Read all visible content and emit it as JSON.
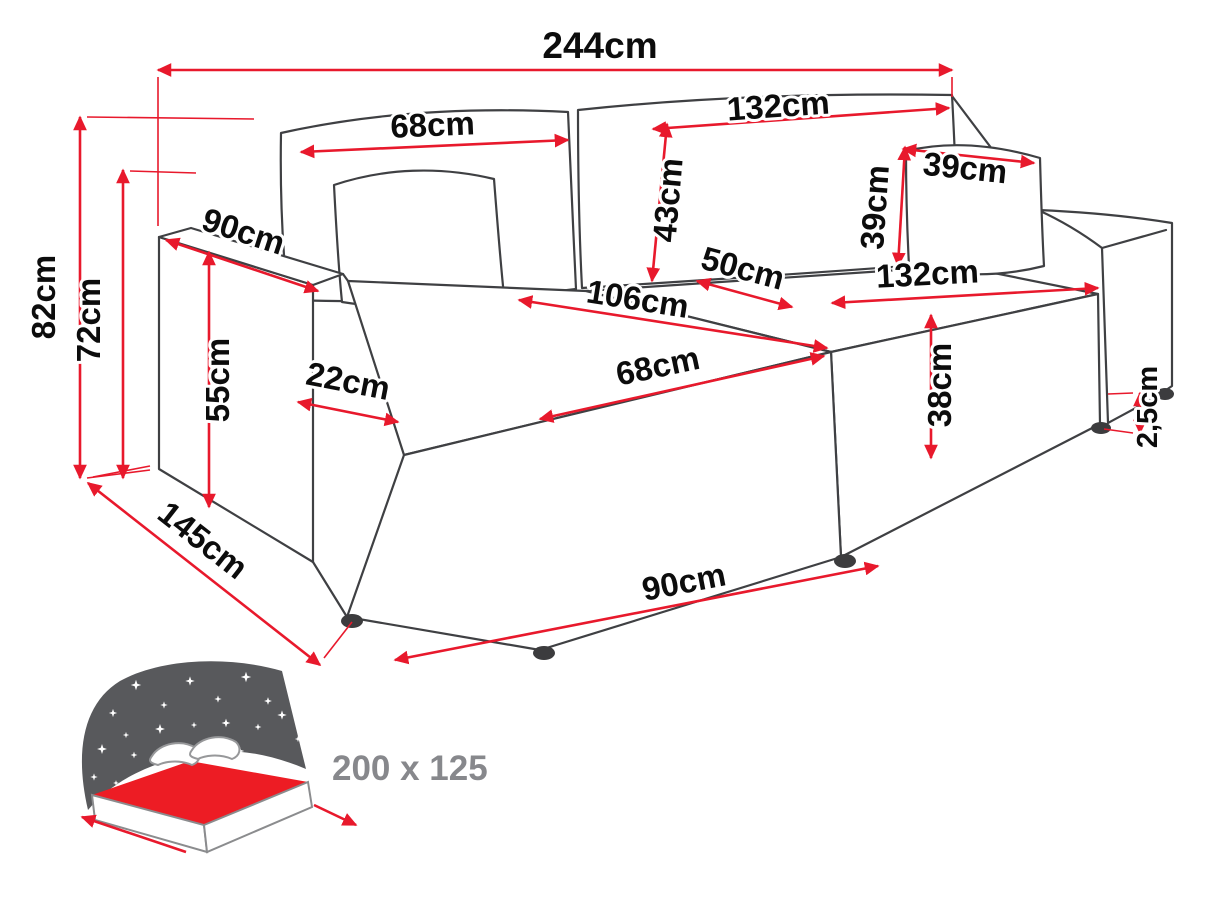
{
  "diagram": {
    "type": "furniture-dimensions",
    "subject": "corner sofa bed with sleeping function",
    "colors": {
      "dimension_red": "#e8192c",
      "outline_gray": "#3f4043",
      "label_black": "#0c0c0c",
      "muted_gray": "#87888c",
      "headboard_gray": "#58595c",
      "mattress_red": "#ed1c24"
    },
    "labels": {
      "total_width": "244cm",
      "backrest_left_width": "68cm",
      "backrest_right_width": "132cm",
      "backrest_height": "43cm",
      "pillow_width": "39cm",
      "pillow_height": "39cm",
      "armrest_depth": "90cm",
      "total_height": "82cm",
      "armrest_height": "72cm",
      "seat_height": "55cm",
      "armrest_width": "22cm",
      "chaise_length": "106cm",
      "seat_depth": "50cm",
      "seat_width": "132cm",
      "seat_front_height": "38cm",
      "chaise_width": "68cm",
      "leg_height": "2,5cm",
      "total_depth": "145cm",
      "chaise_front_width": "90cm"
    },
    "sleeping_function": {
      "bed_size": "200 x 125"
    }
  }
}
